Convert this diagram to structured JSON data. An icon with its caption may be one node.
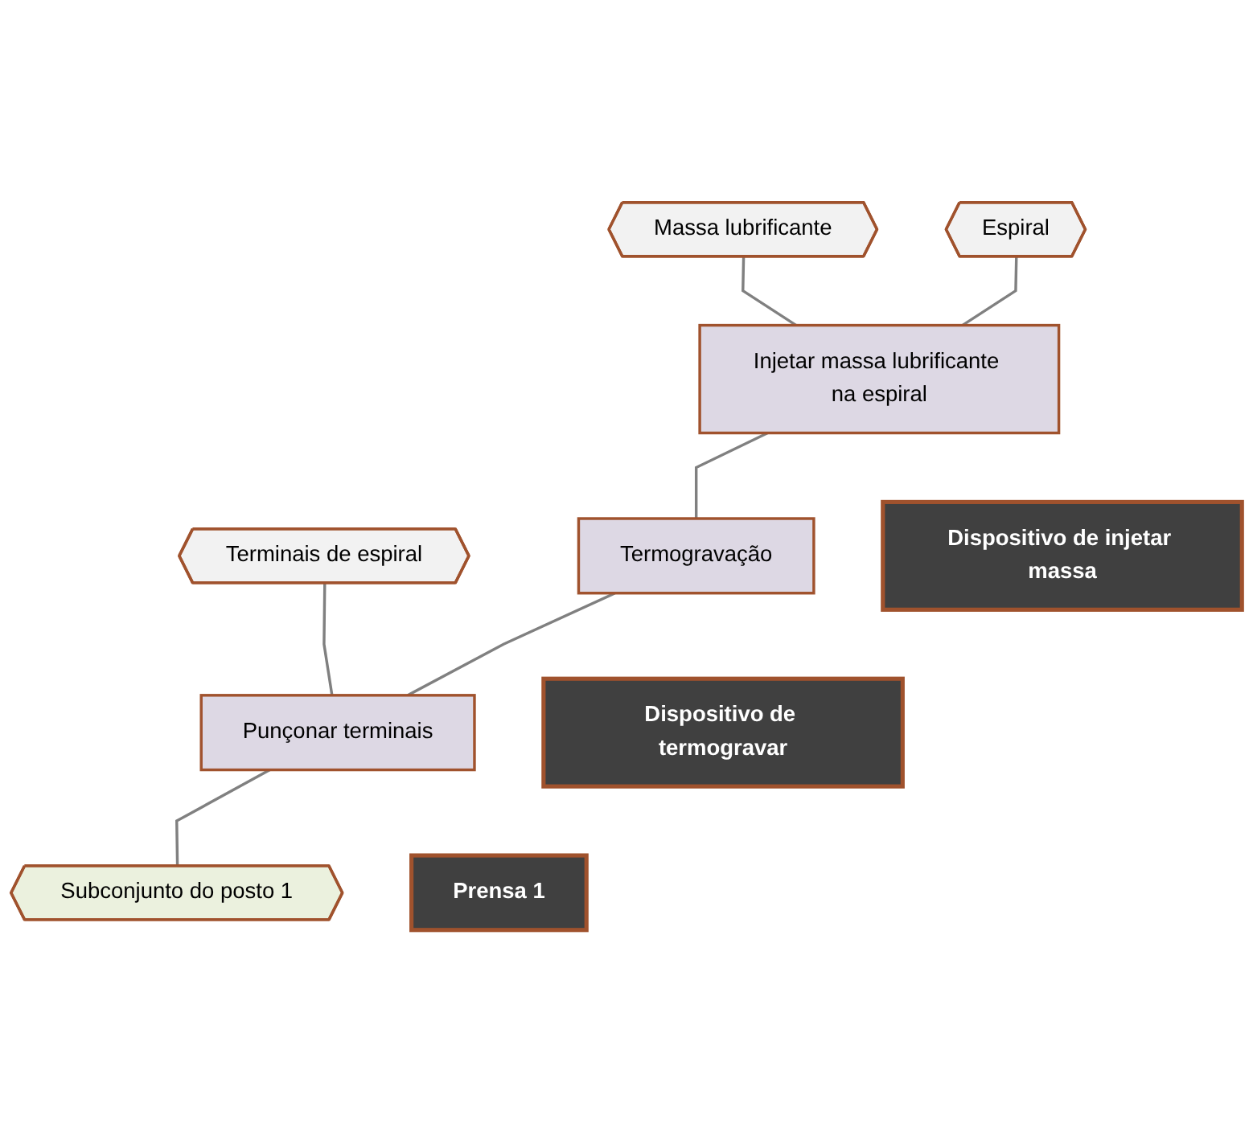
{
  "diagram": {
    "nodes": [
      {
        "text": [
          "Terminais de espiral"
        ]
      },
      {
        "text": [
          "Massa lubrificante"
        ]
      },
      {
        "text": [
          "Espiral"
        ]
      },
      {
        "text": [
          "Injetar massa lubrificante na espiral"
        ]
      },
      {
        "text": [
          "Dispositivo de injetar massa"
        ]
      },
      {
        "text": [
          "Termogravação"
        ]
      },
      {
        "text": [
          "Dispositivo de termogravar"
        ]
      },
      {
        "text": [
          "Punçonar terminais"
        ]
      },
      {
        "text": [
          "Prensa 1"
        ]
      },
      {
        "text": [
          "Subconjunto do posto 1"
        ]
      }
    ],
    "edges": [
      {
        "from": 1,
        "to": 3,
        "arrow": "none"
      },
      {
        "from": 2,
        "to": 3,
        "arrow": "none"
      },
      {
        "from": 3,
        "to": 5,
        "arrow": "none"
      },
      {
        "from": 0,
        "to": 7,
        "arrow": "none"
      },
      {
        "from": 5,
        "to": 7,
        "arrow": "none"
      },
      {
        "from": 7,
        "to": 9,
        "arrow": "none"
      }
    ]
  }
}
